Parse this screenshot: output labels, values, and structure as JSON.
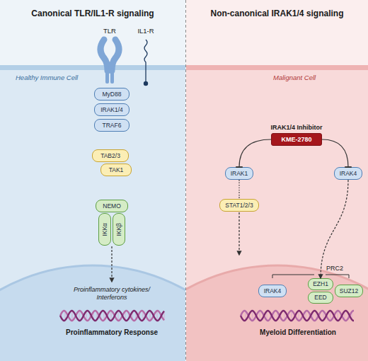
{
  "diagram": {
    "nodes": [
      {
        "text": [
          "Canonical TLR/IL1-R signaling"
        ]
      },
      {
        "text": [
          "Non-canonical IRAK1/4 signaling"
        ]
      },
      {
        "text": [
          "MyD88"
        ],
        "in": 0
      },
      {
        "text": [
          "IRAK1/4"
        ],
        "in": 0
      },
      {
        "text": [
          "TRAF6"
        ],
        "in": 0
      },
      {
        "text": [
          "TAB2/3"
        ],
        "in": 0
      },
      {
        "text": [
          "TAK1"
        ],
        "in": 0
      },
      {
        "text": [
          "NEMO"
        ],
        "in": 0
      },
      {
        "text": [
          "IKKα"
        ],
        "in": 0
      },
      {
        "text": [
          "IKKβ"
        ],
        "in": 0
      },
      {
        "text": [
          "IRAK1/4 Inhibitor",
          "KME-2780"
        ],
        "in": 1
      },
      {
        "text": [
          "IRAK1"
        ],
        "in": 1
      },
      {
        "text": [
          "IRAK4"
        ],
        "in": 1
      },
      {
        "text": [
          "STAT1/2/3"
        ],
        "in": 1
      },
      {
        "text": [
          "IRAK4"
        ],
        "in": 1
      },
      {
        "text": [
          "EZH1"
        ],
        "in": 1
      },
      {
        "text": [
          "SUZ12"
        ],
        "in": 1
      },
      {
        "text": [
          "EED"
        ],
        "in": 1
      }
    ],
    "edges": [
      {
        "from": 10,
        "to": 11,
        "arrow": "to"
      },
      {
        "from": 10,
        "to": 12,
        "arrow": "to"
      },
      {
        "from": 11,
        "to": 13,
        "arrow": "none"
      },
      {
        "from": 12,
        "to": 15,
        "arrow": "to"
      }
    ],
    "labels": [
      "TLR",
      "IL1-R",
      "Healthy Immune Cell",
      "Proinflammatory cytokines/ Interferons",
      "Proinflammatory Response",
      "Malignant Cell",
      "PRC2",
      "Myeloid Differentiation"
    ]
  }
}
